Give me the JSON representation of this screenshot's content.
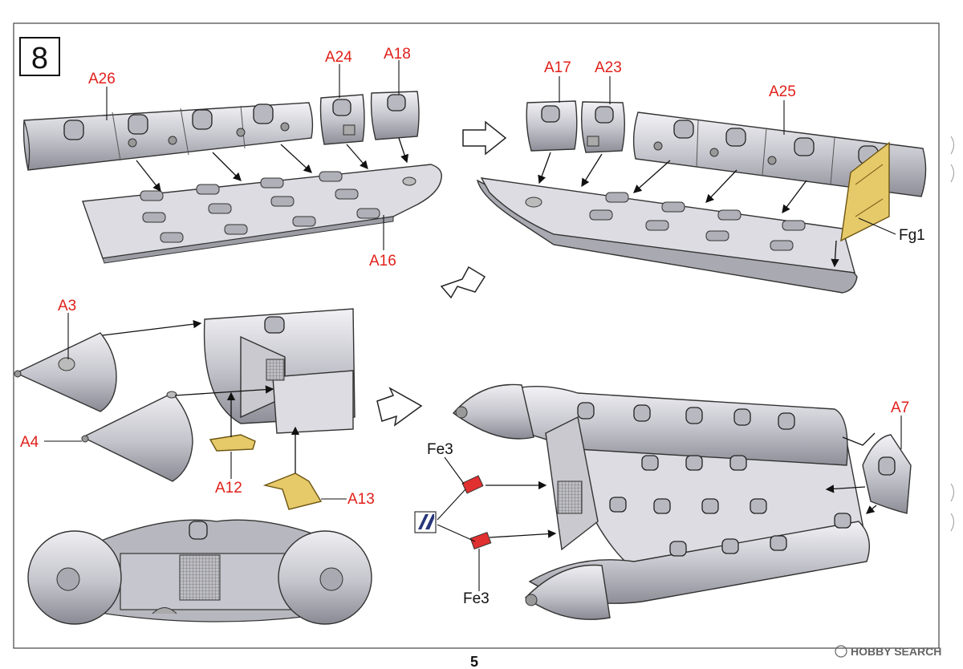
{
  "step_number": "8",
  "page_number": "5",
  "watermark": "HOBBY SEARCH",
  "labels": {
    "a26": "A26",
    "a24": "A24",
    "a18": "A18",
    "a17": "A17",
    "a23": "A23",
    "a25": "A25",
    "a16": "A16",
    "fg1": "Fg1",
    "a3": "A3",
    "a4": "A4",
    "a12": "A12",
    "a13": "A13",
    "a7": "A7",
    "fe3_top": "Fe3",
    "fe3_bottom": "Fe3"
  },
  "colors": {
    "part_label": "#e0201a",
    "photo_etch": "#e6c969",
    "decal": "#e03030",
    "plastic": "#c9c9cf"
  }
}
